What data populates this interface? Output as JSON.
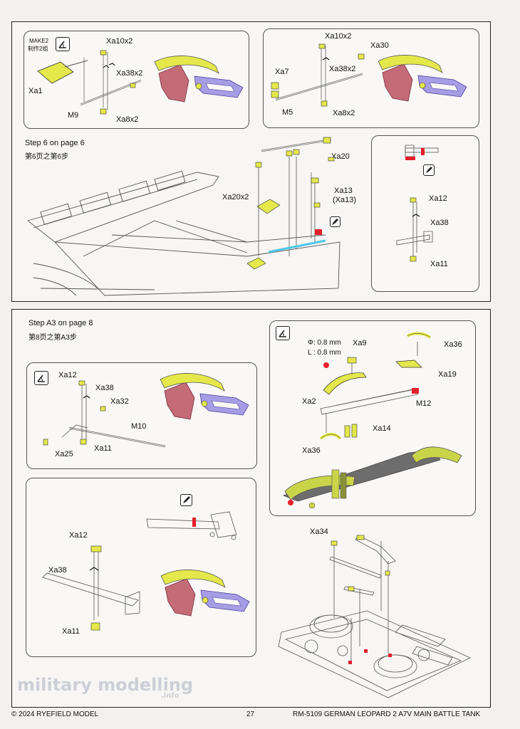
{
  "upper_section": {
    "make_label": "MAKE2",
    "make_cn": "制作2组",
    "box1_labels": {
      "xa10x2": "Xa10x2",
      "xa38x2": "Xa38x2",
      "xa1": "Xa1",
      "m9": "M9",
      "xa8x2": "Xa8x2"
    },
    "box2_labels": {
      "xa10x2": "Xa10x2",
      "xa30": "Xa30",
      "xa7": "Xa7",
      "xa38x2": "Xa38x2",
      "m5": "M5",
      "xa8x2": "Xa8x2"
    },
    "step_title": "Step 6 on page 6",
    "step_cn": "第6页之第6步",
    "main_labels": {
      "xa20": "Xa20",
      "xa20x2": "Xa20x2",
      "xa13": "Xa13",
      "xa13b": "(Xa13)"
    },
    "inset_labels": {
      "xa12": "Xa12",
      "xa38": "Xa38",
      "xa11": "Xa11"
    }
  },
  "lower_section": {
    "step_title": "Step A3 on page 8",
    "step_cn": "第8页之第A3步",
    "box_a_labels": {
      "xa12": "Xa12",
      "xa38": "Xa38",
      "xa32": "Xa32",
      "m10": "M10",
      "xa25": "Xa25",
      "xa11": "Xa11"
    },
    "box_b_labels": {
      "dia": "Φ: 0.8 mm",
      "len": "L : 0.8 mm",
      "xa9": "Xa9",
      "xa36_top": "Xa36",
      "xa19": "Xa19",
      "xa2": "Xa2",
      "m12": "M12",
      "xa14": "Xa14",
      "xa36_bot": "Xa36"
    },
    "box_c_labels": {
      "xa12": "Xa12",
      "xa38": "Xa38",
      "xa11": "Xa11"
    },
    "hull_labels": {
      "xa34": "Xa34"
    }
  },
  "footer": {
    "copyright": "© 2024 RYEFIELD MODEL",
    "page_number": "27",
    "product": "RM-5109 GERMAN LEOPARD  2 A7V MAIN BATTLE TANK"
  },
  "watermark": {
    "main": "military modelling",
    "sub": ".info"
  },
  "colors": {
    "part_yellow": "#e4e84a",
    "clamp_pink": "#c46b78",
    "clamp_purple": "#a79de6",
    "paint_red": "#e3202a",
    "line_gray": "#555555",
    "accent_cyan": "#4fc6e8"
  }
}
